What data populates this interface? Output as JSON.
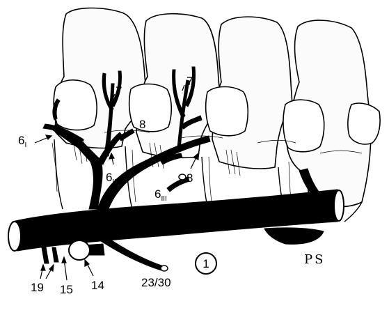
{
  "labels": {
    "l6_left_main": "6",
    "l6_left_sub": "I",
    "l6_mid_main": "6",
    "l6_mid_sub": "II",
    "l6_right_main": "6",
    "l6_right_sub": "III",
    "l7_left": "7",
    "l7_right": "7",
    "l8_left": "8",
    "l8_right": "8",
    "l19": "19",
    "l15": "15",
    "l14": "14",
    "l23_30": "23/30",
    "l1_circled": "1"
  },
  "signature": "PS",
  "colors": {
    "ink": "#000000",
    "paper": "#ffffff",
    "bone_fill": "#fbfbfb",
    "shade": "#d9d9d9"
  }
}
